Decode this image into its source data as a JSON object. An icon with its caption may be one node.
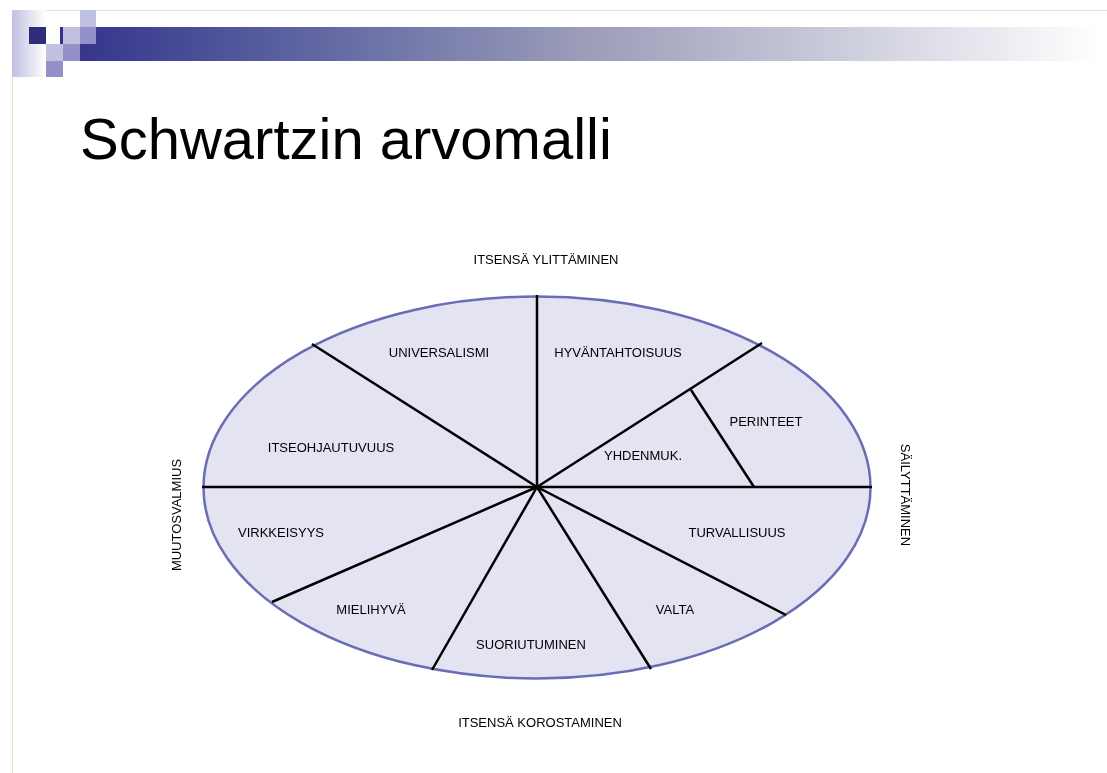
{
  "diagram": {
    "title": "Schwartzin arvomalli",
    "nodes": [
      {
        "text": [],
        "shape": "ellipse"
      },
      {
        "text": [
          "UNIVERSALISMI"
        ],
        "in": 0
      },
      {
        "text": [
          "HYVÄNTAHTOISUUS"
        ],
        "in": 0
      },
      {
        "text": [
          "PERINTEET"
        ],
        "in": 0
      },
      {
        "text": [
          "ITSEOHJAUTUVUUS"
        ],
        "in": 0
      },
      {
        "text": [
          "YHDENMUK."
        ],
        "in": 0
      },
      {
        "text": [
          "VIRKKEISYYS"
        ],
        "in": 0
      },
      {
        "text": [
          "TURVALLISUUS"
        ],
        "in": 0
      },
      {
        "text": [
          "MIELIHYVÄ"
        ],
        "in": 0
      },
      {
        "text": [
          "VALTA"
        ],
        "in": 0
      },
      {
        "text": [
          "SUORIUTUMINEN"
        ],
        "in": 0
      }
    ],
    "labels": [
      "ITSENSÄ YLITTÄMINEN",
      "MUUTOSVALMIUS",
      "SÄILYTTÄMINEN",
      "ITSENSÄ KOROSTAMINEN"
    ]
  }
}
